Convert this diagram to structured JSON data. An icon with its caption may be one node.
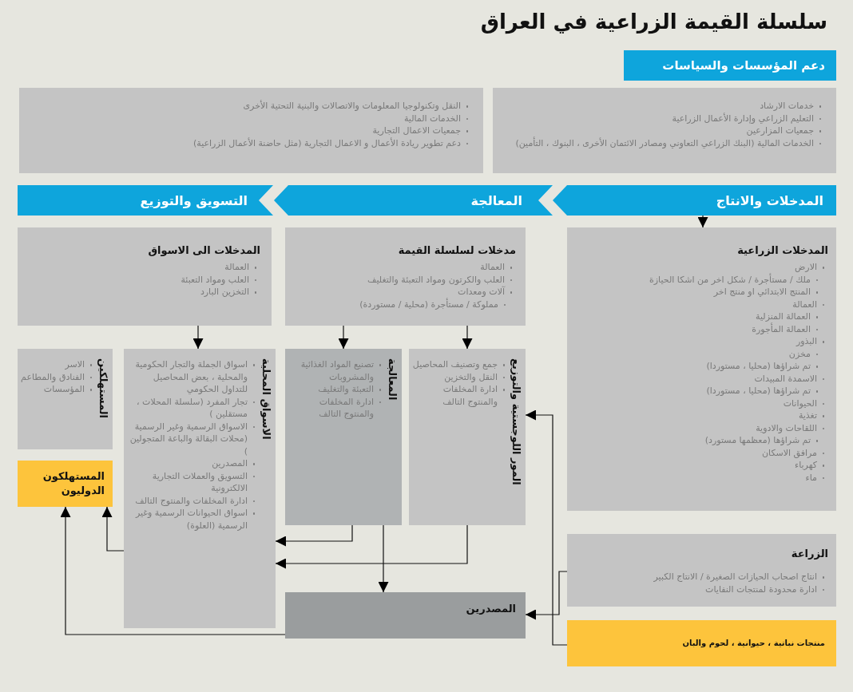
{
  "diagram": {
    "title": "سلسلة القيمة الزراعية في العراق",
    "nodes": [
      {
        "text": [
          "دعم المؤسسات والسياسات"
        ]
      },
      {
        "text": [
          "النقل وتكنولوجيا المعلومات والاتصالات والبنية التحتية الأخرى",
          "الخدمات المالية",
          "جمعيات الاعمال التجارية",
          "دعم تطوير ريادة الأعمال و الاعمال التجارية (مثل حاضنة الأعمال الزراعية)"
        ]
      },
      {
        "text": [
          "خدمات الارشاد",
          "التعليم الزراعي وإدارة الأعمال الزراعية",
          "جمعيات المزارعين",
          "الخدمات المالية (البنك الزراعي التعاوني ومصادر الائتمان الأخرى ، البنوك ، التأمين)"
        ]
      },
      {
        "text": [
          "المدخلات والانتاج"
        ]
      },
      {
        "text": [
          "المعالجة"
        ]
      },
      {
        "text": [
          "التسويق والتوزيع"
        ]
      },
      {
        "text": [
          "المدخلات الزراعية",
          "الارض",
          "ملك / مستأجرة / شكل اخر من اشكا الحيازة",
          "المنتج الابتدائي او منتج اخر",
          "العمالة",
          "العمالة المنزلية",
          "العمالة المأجورة",
          "البذور",
          "مخزن",
          "تم شراؤها (محليا ، مستوردا)",
          "الاسمدة المبيدات",
          "تم شراؤها (محليا ، مستوردا)",
          "الحيوانات",
          "تغذية",
          "اللقاحات والادوية",
          "تم شراؤها (معظمها مستورد)",
          "مرافق الاسكان",
          "كهرباء",
          "ماء"
        ]
      },
      {
        "text": [
          "مدخلات لسلسلة القيمة",
          "العمالة",
          "العلب والكرتون ومواد التعبئة والتغليف",
          "آلات ومعدات",
          "مملوكة / مستأجرة (محلية / مستوردة)"
        ]
      },
      {
        "text": [
          "المدخلات الى الاسواق",
          "العمالة",
          "العلب ومواد التعبئة",
          "التخزين البارد"
        ]
      },
      {
        "text": [
          "المور اللوجستية والتوزيع",
          "جمع وتصنيف المحاصيل",
          "النقل والتخزين",
          "ادارة المخلفات والمنتوج التالف"
        ]
      },
      {
        "text": [
          "المعالجة",
          "تصنيع المواد الغذائية والمشروبات",
          "التعبئة والتغليف",
          "ادارة المخلفات والمنتوج التالف"
        ]
      },
      {
        "text": [
          "الاسواق المحلية",
          "اسواق الجملة والتجار الحكومية والمحلية ، بعض المحاصيل للتداول الحكومي",
          "تجار المفرد (سلسلة المحلات ، مستقلين )",
          "الاسواق الرسمية وغير الرسمية (محلات البقالة والباعة المتجولين )",
          "المصدرين",
          "التسويق والعملات التجارية الالكترونية",
          "ادارة المخلفات والمنتوج التالف",
          "اسواق الحيوانات الرسمية وغير الرسمية (العلوة)"
        ]
      },
      {
        "text": [
          "المستهلكين",
          "الاسر",
          "الفنادق والمطاعم",
          "المؤسسات"
        ]
      },
      {
        "text": [
          "المستهلكون الدوليون"
        ]
      },
      {
        "text": [
          "الزراعة",
          "انتاج اصحاب الحيازات الصغيرة / الانتاج الكبير",
          "ادارة محدودة لمنتجات النفايات"
        ]
      },
      {
        "text": [
          "منتجات نباتية ، حيوانية ، لحوم والبان"
        ]
      },
      {
        "text": [
          "المصدرين"
        ]
      }
    ],
    "edges": [
      {
        "from": 3,
        "to": 6,
        "arrow": "to"
      },
      {
        "from": 7,
        "to": 10,
        "arrow": "to"
      },
      {
        "from": 7,
        "to": 9,
        "arrow": "to"
      },
      {
        "from": 8,
        "to": 11,
        "arrow": "to"
      },
      {
        "from": 10,
        "to": 11,
        "arrow": "to"
      },
      {
        "from": 9,
        "to": 11,
        "arrow": "to"
      },
      {
        "from": 10,
        "to": 16,
        "arrow": "to"
      },
      {
        "from": 16,
        "to": 13,
        "arrow": "to"
      },
      {
        "from": 11,
        "to": 13,
        "arrow": "to"
      },
      {
        "from": 14,
        "to": 16,
        "arrow": "to"
      },
      {
        "from": 15,
        "to": 9,
        "arrow": "to"
      }
    ]
  }
}
